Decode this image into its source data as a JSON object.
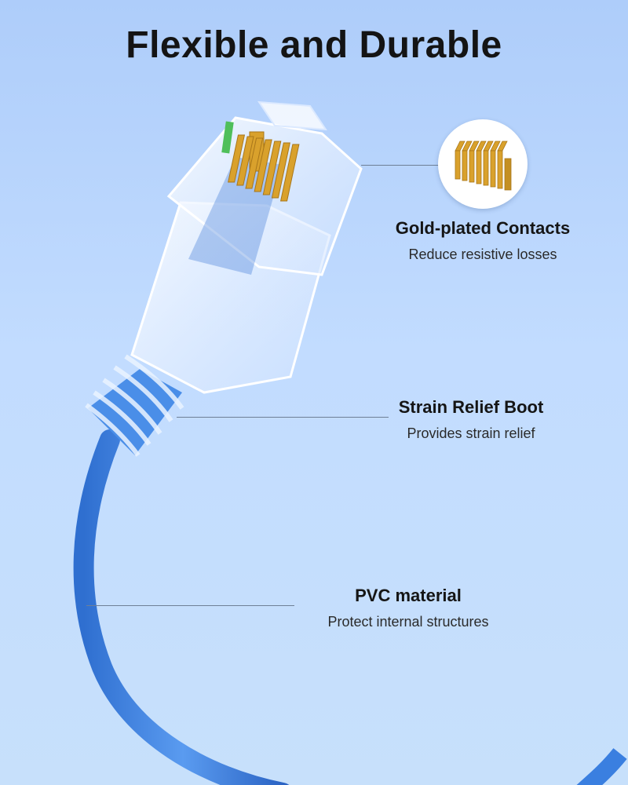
{
  "headline": "Flexible and Durable",
  "colors": {
    "background_top": "#aecdfa",
    "background_bottom": "#c7e0fb",
    "cable_blue": "#3a7fe0",
    "gold": "#d9a12c"
  },
  "features": [
    {
      "title": "Gold-plated Contacts",
      "subtitle": "Reduce resistive losses",
      "icon": "gold-contacts-icon"
    },
    {
      "title": "Strain Relief Boot",
      "subtitle": "Provides strain relief"
    },
    {
      "title": "PVC material",
      "subtitle": "Protect internal structures"
    }
  ]
}
